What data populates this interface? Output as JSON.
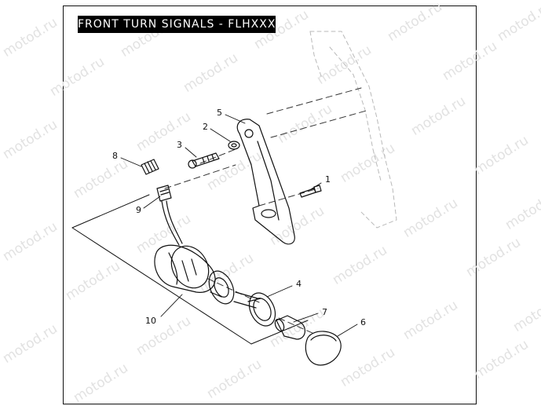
{
  "diagram": {
    "title": "FRONT TURN SIGNALS - FLHXXX",
    "watermark": "motod.ru",
    "callouts": {
      "c1": "1",
      "c2": "2",
      "c3": "3",
      "c4": "4",
      "c5": "5",
      "c6": "6",
      "c7": "7",
      "c8": "8",
      "c9": "9",
      "c10": "10"
    }
  }
}
